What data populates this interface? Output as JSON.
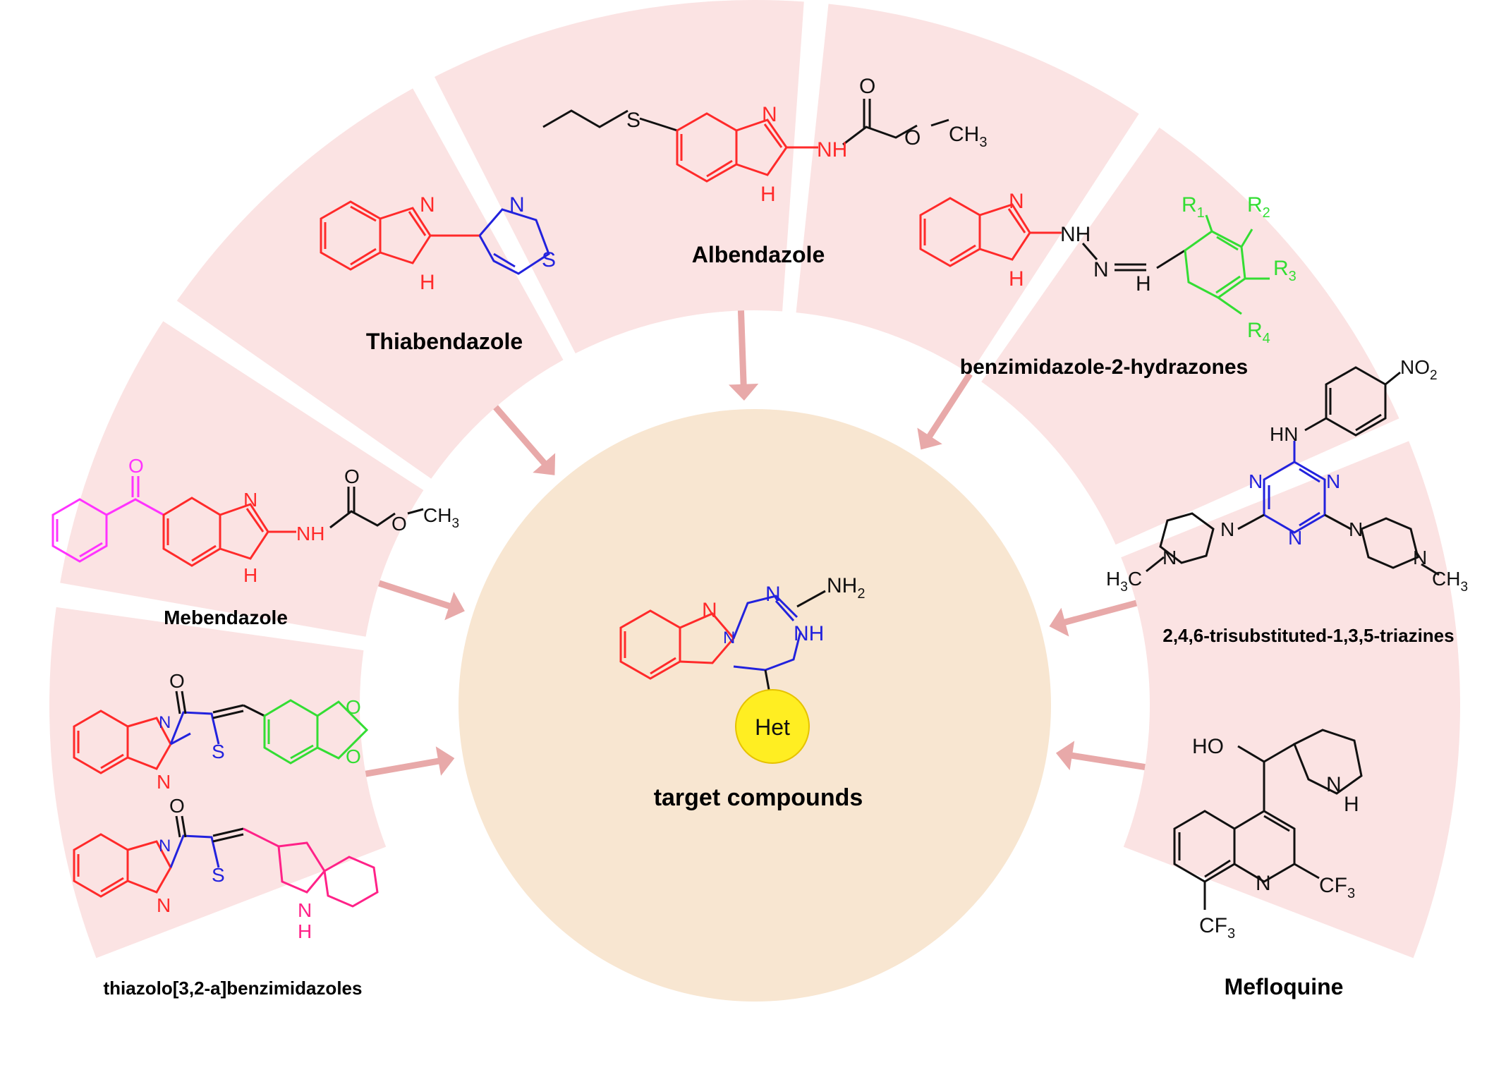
{
  "colors": {
    "panel": "#fbe3e3",
    "center": "#f8e6d1",
    "arrow": "#e8a9a9",
    "core_red": "#ff2a2a",
    "blue": "#2222dd",
    "green": "#33dd33",
    "magenta": "#ff33ff",
    "pink": "#ff2288",
    "black": "#111111",
    "het_fill": "#ffee22"
  },
  "center": {
    "title": "target compounds",
    "het": "Het",
    "nh2": "NH",
    "nh2_sub": "2",
    "nh": "NH",
    "n": "N"
  },
  "panels": {
    "albendazole": {
      "name": "Albendazole",
      "S": "S",
      "N": "N",
      "NH": "NH",
      "H": "H",
      "O": "O",
      "O2": "O",
      "CH3": "CH",
      "sub3": "3"
    },
    "thiabendazole": {
      "name": "Thiabendazole",
      "N": "N",
      "H": "H",
      "N2": "N",
      "S": "S"
    },
    "hydrazones": {
      "name": "benzimidazole-2-hydrazones",
      "N": "N",
      "NH": "NH",
      "H": "H",
      "N2": "N",
      "H2": "H",
      "R": "R",
      "r1": "1",
      "r2": "2",
      "r3": "3",
      "r4": "4"
    },
    "mebendazole": {
      "name": "Mebendazole",
      "O": "O",
      "N": "N",
      "NH": "NH",
      "H": "H",
      "O2": "O",
      "O3": "O",
      "CH3": "CH",
      "sub3": "3"
    },
    "triazines": {
      "name": "2,4,6-trisubstituted-1,3,5-triazines",
      "NO2": "NO",
      "sub2": "2",
      "HN": "HN",
      "N": "N",
      "H3C": "H",
      "C": "C",
      "sub3": "3",
      "CH3": "CH"
    },
    "thiazolo": {
      "name": "thiazolo[3,2-a]benzimidazoles",
      "O": "O",
      "N": "N",
      "S": "S",
      "NH": "N",
      "H": "H"
    },
    "mefloquine": {
      "name": "Mefloquine",
      "HO": "HO",
      "N": "N",
      "H": "H",
      "CF3": "CF",
      "sub3": "3"
    }
  }
}
